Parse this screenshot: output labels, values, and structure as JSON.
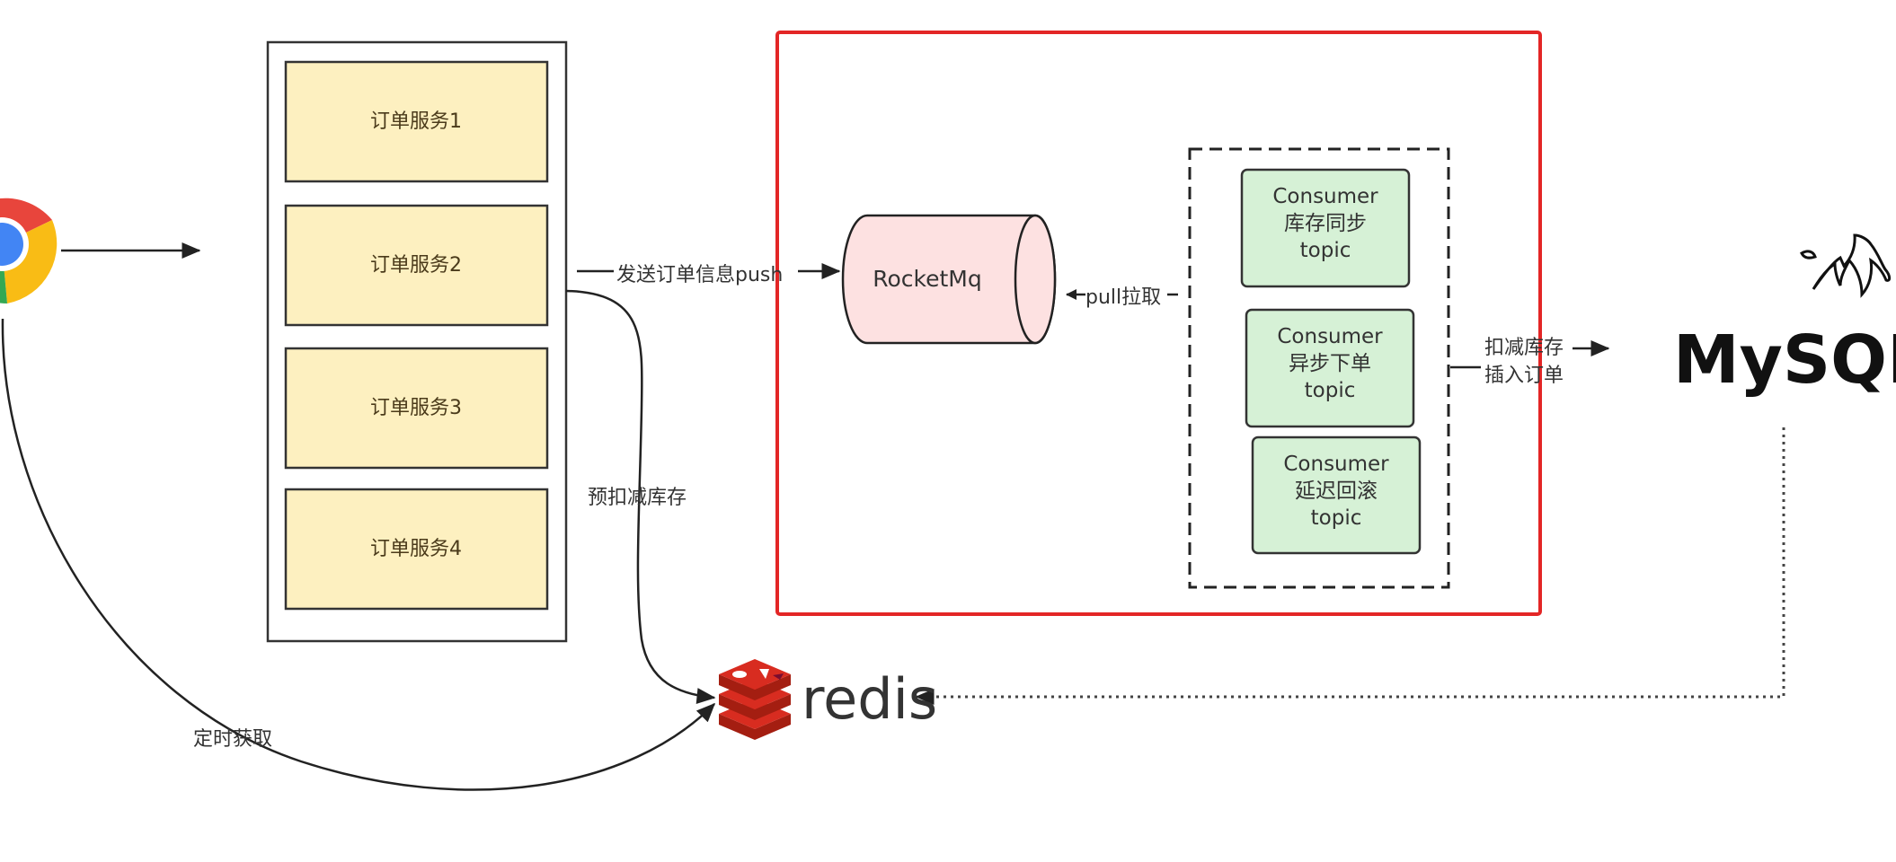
{
  "services": [
    "订单服务1",
    "订单服务2",
    "订单服务3",
    "订单服务4"
  ],
  "mq": {
    "label": "RocketMq"
  },
  "consumers": [
    {
      "title": "Consumer",
      "desc": "库存同步",
      "topic": "topic"
    },
    {
      "title": "Consumer",
      "desc": "异步下单",
      "topic": "topic"
    },
    {
      "title": "Consumer",
      "desc": "延迟回滚",
      "topic": "topic"
    }
  ],
  "edges": {
    "push": "发送订单信息push",
    "pull": "pull拉取",
    "pre_deduct": "预扣减库存",
    "deduct_line1": "扣减库存",
    "deduct_line2": "插入订单",
    "scheduled": "定时获取"
  },
  "logos": {
    "mysql": "MySQL",
    "redis": "redis"
  },
  "colors": {
    "service_fill": "#fdf0c0",
    "mq_fill": "#fde1e1",
    "consumer_fill": "#d6f1d6",
    "highlight_border": "#e32626",
    "line": "#222222"
  }
}
